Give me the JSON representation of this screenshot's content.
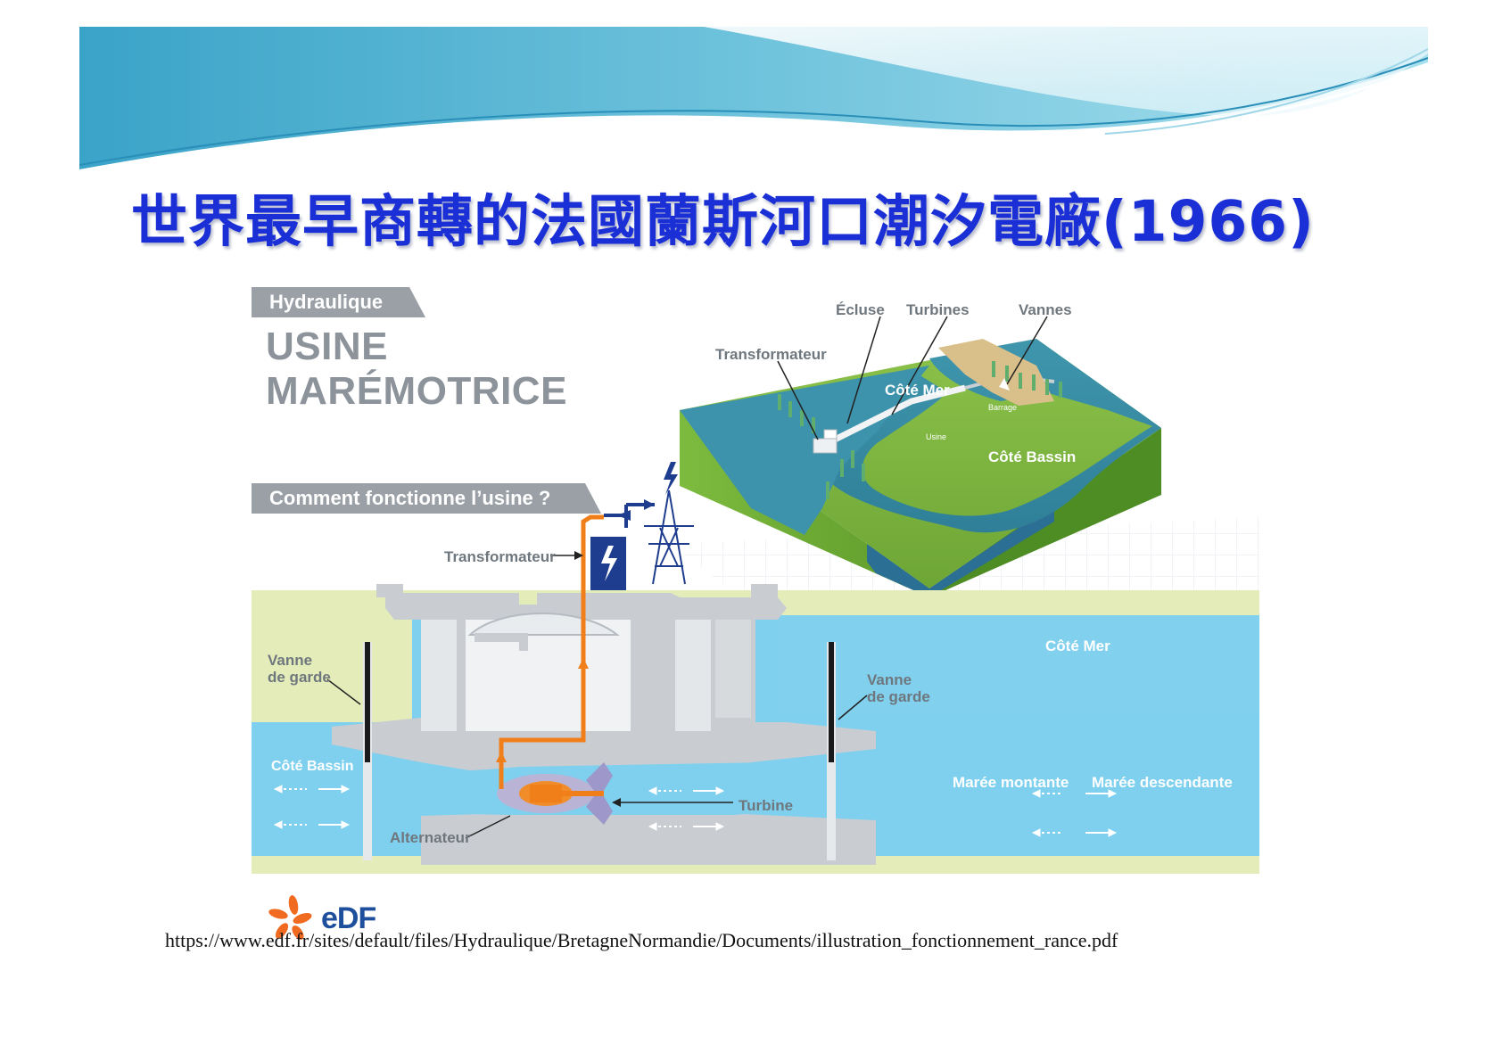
{
  "slide": {
    "title": "世界最早商轉的法國蘭斯河口潮汐電廠(1966)",
    "source_url": "https://www.edf.fr/sites/default/files/Hydraulique/BretagneNormandie/Documents/illustration_fonctionnement_rance.pdf"
  },
  "figure": {
    "section_tag": "Hydraulique",
    "heading_line1": "USINE",
    "heading_line2": "MARÉMOTRICE",
    "question_tag": "Comment fonctionne l’usine ?",
    "aerial_labels": {
      "ecluse": "Écluse",
      "turbines": "Turbines",
      "vannes": "Vannes",
      "transformateur": "Transformateur",
      "cote_mer": "Côté  Mer",
      "barrage": "Barrage",
      "usine": "Usine",
      "cote_bassin": "Côté Bassin"
    },
    "section_labels": {
      "transformateur": "Transformateur",
      "vanne_left_1": "Vanne",
      "vanne_left_2": "de garde",
      "vanne_right_1": "Vanne",
      "vanne_right_2": "de garde",
      "cote_bassin": "Côté Bassin",
      "cote_mer": "Côté Mer",
      "maree_montante": "Marée montante",
      "maree_descendante": "Marée descendante",
      "turbine": "Turbine",
      "alternateur": "Alternateur"
    },
    "logo_text": "eDF"
  },
  "colors": {
    "title": "#1a2fd6",
    "water": "#7fd0ee",
    "sand": "#e4edb9",
    "concrete": "#c9cdd1",
    "orange": "#f07f1a",
    "transformer": "#1e3d8f"
  }
}
